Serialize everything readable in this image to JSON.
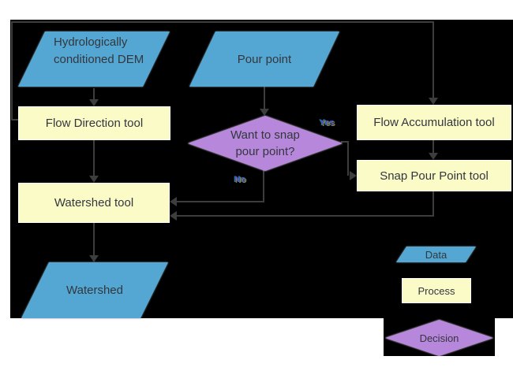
{
  "nodes": {
    "dem": "Hydrologically conditioned DEM",
    "pour_point": "Pour point",
    "flow_direction": "Flow Direction tool",
    "flow_accumulation": "Flow Accumulation tool",
    "snap_pour_point": "Snap Pour Point tool",
    "decision": "Want to snap pour point?",
    "watershed_tool": "Watershed tool",
    "watershed": "Watershed"
  },
  "edge_labels": {
    "yes": "Yes",
    "no": "No"
  },
  "legend": {
    "data": "Data",
    "process": "Process",
    "decision": "Decision"
  },
  "colors": {
    "fill_data": "#54a7d3",
    "fill_process": "#fbfbc8",
    "fill_decision": "#b687db",
    "canvas_bg": "#000000",
    "arrow": "#3d3d3d"
  }
}
